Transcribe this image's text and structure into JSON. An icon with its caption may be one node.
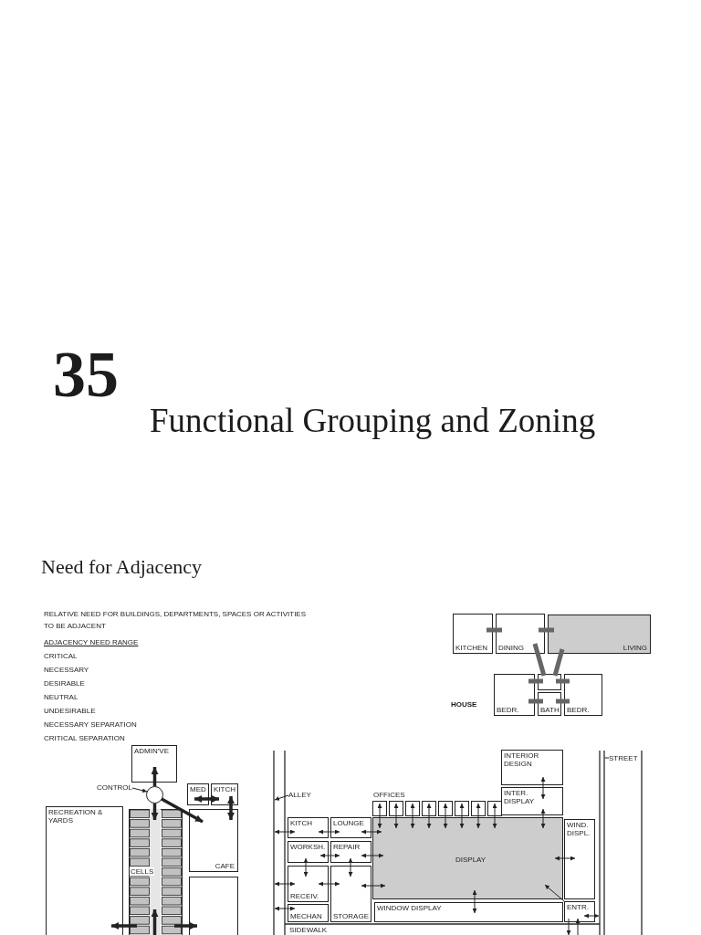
{
  "diagram": {
    "title": "Functional Grouping and Zoning",
    "nodes": [
      {
        "text": [
          "KITCHEN"
        ]
      },
      {
        "text": [
          "DINING"
        ]
      },
      {
        "text": [
          "LIVING"
        ]
      },
      {
        "text": [],
        "shape": "box"
      },
      {
        "text": [
          "BEDR."
        ]
      },
      {
        "text": [
          "BATH"
        ]
      },
      {
        "text": [
          "BEDR."
        ]
      },
      {
        "text": [
          "ADMIN'VE"
        ]
      },
      {
        "text": [
          "CONTROL"
        ]
      },
      {
        "text": [],
        "shape": "circle"
      },
      {
        "text": [
          "MED"
        ]
      },
      {
        "text": [
          "KITCH"
        ]
      },
      {
        "text": [
          "RECREATION & YARDS"
        ]
      },
      {
        "text": [
          "CELLS"
        ]
      },
      {
        "text": [
          "CAFE"
        ]
      },
      {
        "text": [],
        "shape": "box"
      },
      {
        "text": [
          "INTERIOR DESIGN"
        ]
      },
      {
        "text": [
          "INTER. DISPLAY"
        ]
      },
      {
        "text": [
          "STREET"
        ]
      },
      {
        "text": [
          "ALLEY"
        ]
      },
      {
        "text": [],
        "shape": "box"
      },
      {
        "text": [],
        "shape": "box"
      },
      {
        "text": [],
        "shape": "box"
      },
      {
        "text": [],
        "shape": "box"
      },
      {
        "text": [],
        "shape": "box"
      },
      {
        "text": [],
        "shape": "box"
      },
      {
        "text": [],
        "shape": "box"
      },
      {
        "text": [],
        "shape": "box"
      },
      {
        "text": [
          "KITCH"
        ]
      },
      {
        "text": [
          "LOUNGE"
        ]
      },
      {
        "text": [
          "DISPLAY"
        ]
      },
      {
        "text": [
          "WIND. DISPL."
        ]
      },
      {
        "text": [
          "WORKSH."
        ]
      },
      {
        "text": [
          "REPAIR"
        ]
      },
      {
        "text": [
          "RECEIV."
        ]
      },
      {
        "text": [
          "STORAGE"
        ]
      },
      {
        "text": [
          "WINDOW DISPLAY"
        ]
      },
      {
        "text": [
          "MECHAN"
        ]
      },
      {
        "text": [
          "ENTR."
        ]
      }
    ],
    "edges": [
      {
        "from": 0,
        "to": 1,
        "arrow": "none",
        "style": "thick"
      },
      {
        "from": 1,
        "to": 2,
        "arrow": "none",
        "style": "thick"
      },
      {
        "from": 1,
        "to": 3,
        "arrow": "none",
        "style": "thick"
      },
      {
        "from": 2,
        "to": 3,
        "arrow": "none",
        "style": "thick"
      },
      {
        "from": 4,
        "to": 3,
        "arrow": "none",
        "style": "thick"
      },
      {
        "from": 3,
        "to": 6,
        "arrow": "none",
        "style": "thick"
      },
      {
        "from": 4,
        "to": 5,
        "arrow": "none",
        "style": "thick"
      },
      {
        "from": 5,
        "to": 6,
        "arrow": "none",
        "style": "thick"
      },
      {
        "from": 8,
        "to": 9,
        "arrow": "to"
      },
      {
        "from": 9,
        "to": 7,
        "arrow": "to",
        "style": "thick"
      },
      {
        "from": 9,
        "to": 14,
        "arrow": "to",
        "style": "thick"
      },
      {
        "from": 9,
        "to": 13,
        "arrow": "to",
        "style": "thick"
      },
      {
        "from": 10,
        "to": 11,
        "arrow": "both",
        "style": "thick"
      },
      {
        "from": 11,
        "to": 14,
        "arrow": "both",
        "style": "thick"
      },
      {
        "from": 13,
        "to": 12,
        "arrow": "to",
        "style": "thick"
      },
      {
        "from": null,
        "to": 13,
        "arrow": "to",
        "style": "thick"
      },
      {
        "from": 13,
        "to": 15,
        "arrow": "to",
        "style": "thick"
      },
      {
        "from": 19,
        "to": null,
        "arrow": "to"
      },
      {
        "from": 18,
        "to": null,
        "arrow": "none"
      },
      {
        "from": 20,
        "to": 30,
        "arrow": "both"
      },
      {
        "from": 21,
        "to": 30,
        "arrow": "both"
      },
      {
        "from": 22,
        "to": 30,
        "arrow": "both"
      },
      {
        "from": 23,
        "to": 30,
        "arrow": "both"
      },
      {
        "from": 24,
        "to": 30,
        "arrow": "both"
      },
      {
        "from": 25,
        "to": 30,
        "arrow": "both"
      },
      {
        "from": 26,
        "to": 30,
        "arrow": "both"
      },
      {
        "from": 27,
        "to": 30,
        "arrow": "both"
      },
      {
        "from": 16,
        "to": 17,
        "arrow": "both"
      },
      {
        "from": 17,
        "to": 30,
        "arrow": "both"
      },
      {
        "from": 28,
        "to": null,
        "arrow": "both"
      },
      {
        "from": 28,
        "to": 29,
        "arrow": "both"
      },
      {
        "from": 29,
        "to": 30,
        "arrow": "both"
      },
      {
        "from": 32,
        "to": 33,
        "arrow": "both"
      },
      {
        "from": 33,
        "to": 30,
        "arrow": "both"
      },
      {
        "from": 32,
        "to": 34,
        "arrow": "both"
      },
      {
        "from": 33,
        "to": 35,
        "arrow": "both"
      },
      {
        "from": 34,
        "to": null,
        "arrow": "both"
      },
      {
        "from": 34,
        "to": 35,
        "arrow": "both"
      },
      {
        "from": 35,
        "to": 30,
        "arrow": "both"
      },
      {
        "from": 30,
        "to": 31,
        "arrow": "both"
      },
      {
        "from": 30,
        "to": 36,
        "arrow": "both"
      },
      {
        "from": 37,
        "to": null,
        "arrow": "both"
      },
      {
        "from": 38,
        "to": 30,
        "arrow": "to"
      },
      {
        "from": 38,
        "to": null,
        "arrow": "both"
      },
      {
        "from": null,
        "to": 38,
        "arrow": "to"
      },
      {
        "from": 38,
        "to": null,
        "arrow": "to"
      }
    ],
    "labels": [
      "35",
      "Need for Adjacency",
      "RELATIVE NEED FOR BUILDINGS, DEPARTMENTS, SPACES OR ACTIVITIES TO BE ADJACENT",
      "ADJACENCY NEED RANGE",
      "CRITICAL",
      "NECESSARY",
      "DESIRABLE",
      "NEUTRAL",
      "UNDESIRABLE",
      "NECESSARY SEPARATION",
      "CRITICAL SEPARATION",
      "HOUSE",
      "OFFICES",
      "SIDEWALK"
    ]
  }
}
